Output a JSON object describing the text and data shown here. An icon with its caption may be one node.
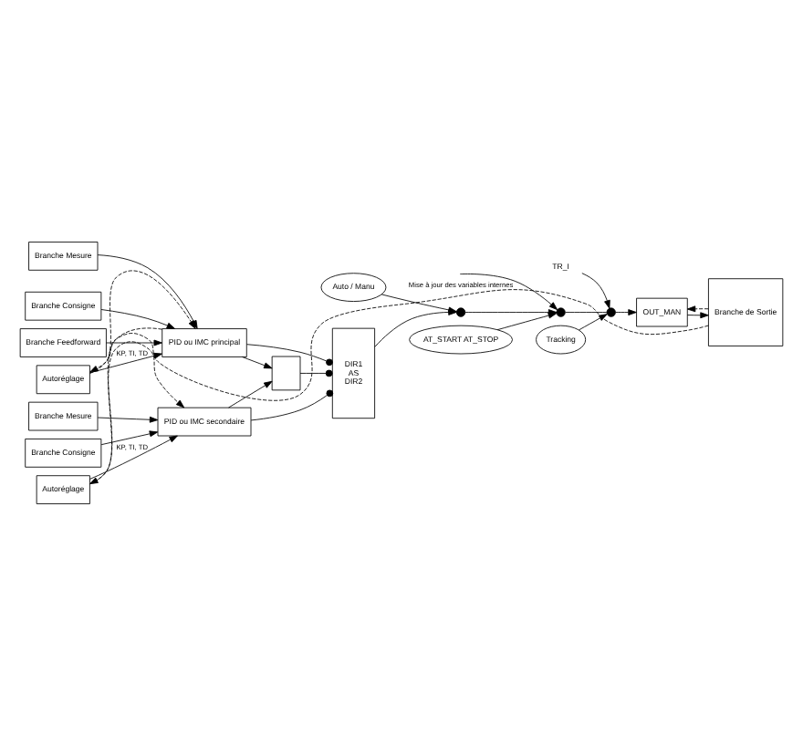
{
  "diagram": {
    "nodes": [
      {
        "text": [
          "Autoréglage"
        ]
      },
      {
        "text": [
          "Branche Mesure"
        ]
      },
      {
        "text": [
          "Branche Consigne"
        ]
      },
      {
        "text": [
          "Branche Feedforward"
        ]
      },
      {
        "text": [
          "PID ou IMC principal"
        ]
      },
      {
        "text": [
          "Autoréglage"
        ]
      },
      {
        "text": [
          "Branche Mesure"
        ]
      },
      {
        "text": [
          "Branche Consigne"
        ]
      },
      {
        "text": [
          "PID ou IMC secondaire"
        ]
      },
      {
        "text": [
          "DIR1",
          "AS",
          "DIR2"
        ]
      },
      {
        "text": [],
        "shape": "box"
      },
      {
        "text": [
          "Auto / Manu"
        ]
      },
      {
        "text": [],
        "shape": "switch"
      },
      {
        "text": [
          "Branche de Sortie"
        ]
      },
      {
        "text": [
          "AT_START AT_STOP"
        ]
      },
      {
        "text": [],
        "shape": "switch"
      },
      {
        "text": [],
        "shape": "switch"
      },
      {
        "text": [
          "OUT_MAN"
        ]
      },
      {
        "text": [
          "Tracking"
        ]
      },
      {
        "text": [
          "TR_I"
        ]
      }
    ],
    "edges": [
      {
        "from": 0,
        "to": 4,
        "arrow": "to",
        "label": "KP, TI, TD"
      },
      {
        "from": 0,
        "to": 4,
        "arrow": "to",
        "style": "dashed"
      },
      {
        "from": 1,
        "to": 4,
        "arrow": "to"
      },
      {
        "from": 2,
        "to": 4,
        "arrow": "to"
      },
      {
        "from": 3,
        "to": 4,
        "arrow": "to"
      },
      {
        "from": 4,
        "to": 5,
        "arrow": "to",
        "style": "dashed"
      },
      {
        "from": 5,
        "to": 8,
        "arrow": "to",
        "label": "KP, TI, TD"
      },
      {
        "from": 5,
        "to": 8,
        "arrow": "to",
        "style": "dashed"
      },
      {
        "from": 6,
        "to": 8,
        "arrow": "to"
      },
      {
        "from": 7,
        "to": 8,
        "arrow": "to"
      },
      {
        "from": 4,
        "to": 9,
        "arrow": "other"
      },
      {
        "from": 4,
        "to": 10,
        "arrow": "to"
      },
      {
        "from": 8,
        "to": 10,
        "arrow": "to"
      },
      {
        "from": 8,
        "to": 9,
        "arrow": "other"
      },
      {
        "from": 10,
        "to": 9,
        "arrow": "other"
      },
      {
        "from": 9,
        "to": 12,
        "arrow": "to"
      },
      {
        "from": 11,
        "to": 12,
        "arrow": "to"
      },
      {
        "from": 12,
        "to": 15,
        "arrow": "to"
      },
      {
        "from": 14,
        "to": 15,
        "arrow": "to"
      },
      {
        "from": null,
        "to": 15,
        "arrow": "to"
      },
      {
        "from": 15,
        "to": 16,
        "arrow": "none"
      },
      {
        "from": 19,
        "to": 16,
        "arrow": "to"
      },
      {
        "from": 18,
        "to": 16,
        "arrow": "to"
      },
      {
        "from": 16,
        "to": 17,
        "arrow": "to"
      },
      {
        "from": 17,
        "to": 13,
        "arrow": "to"
      },
      {
        "from": 13,
        "to": 0,
        "arrow": "to",
        "style": "dashed",
        "label": "Mise à jour des variables internes"
      },
      {
        "from": 13,
        "to": 17,
        "arrow": "to",
        "style": "dashed"
      }
    ]
  }
}
